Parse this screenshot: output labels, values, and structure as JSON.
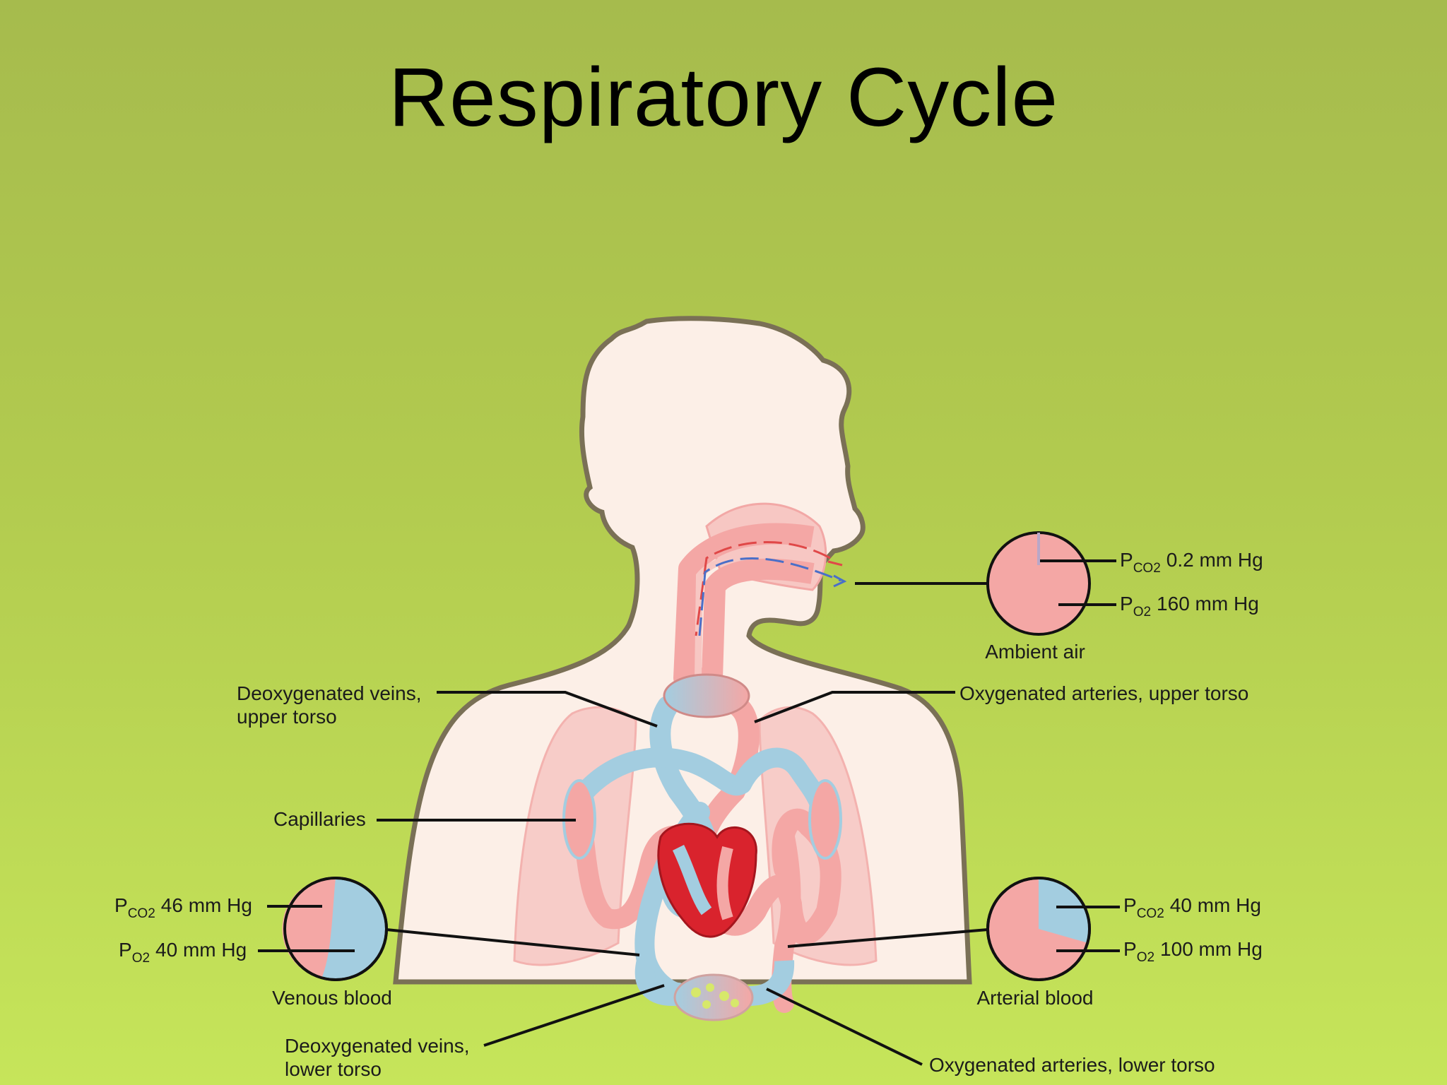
{
  "title": "Respiratory Cycle",
  "labels": {
    "deoxy_upper_1": "Deoxygenated veins,",
    "deoxy_upper_2": "upper torso",
    "oxy_upper": "Oxygenated arteries, upper torso",
    "capillaries": "Capillaries",
    "deoxy_lower_1": "Deoxygenated veins,",
    "deoxy_lower_2": "lower torso",
    "oxy_lower": "Oxygenated arteries, lower torso"
  },
  "gauges": {
    "ambient": {
      "name": "Ambient air",
      "pco2_sym": "P",
      "pco2_sub": "CO2",
      "pco2_val": "0.2 mm Hg",
      "po2_sym": "P",
      "po2_sub": "O2",
      "po2_val": "160 mm Hg"
    },
    "venous": {
      "name": "Venous blood",
      "pco2_sym": "P",
      "pco2_sub": "CO2",
      "pco2_val": "46 mm Hg",
      "po2_sym": "P",
      "po2_sub": "O2",
      "po2_val": "40 mm Hg"
    },
    "arterial": {
      "name": "Arterial blood",
      "pco2_sym": "P",
      "pco2_sub": "CO2",
      "pco2_val": "40 mm Hg",
      "po2_sym": "P",
      "po2_sub": "O2",
      "po2_val": "100 mm Hg"
    }
  },
  "colors": {
    "oxygenated": "#f4a7a5",
    "deoxygenated": "#a3cde0",
    "heart": "#d9232d",
    "body": "#fcefe7",
    "outline": "#7a7056"
  }
}
